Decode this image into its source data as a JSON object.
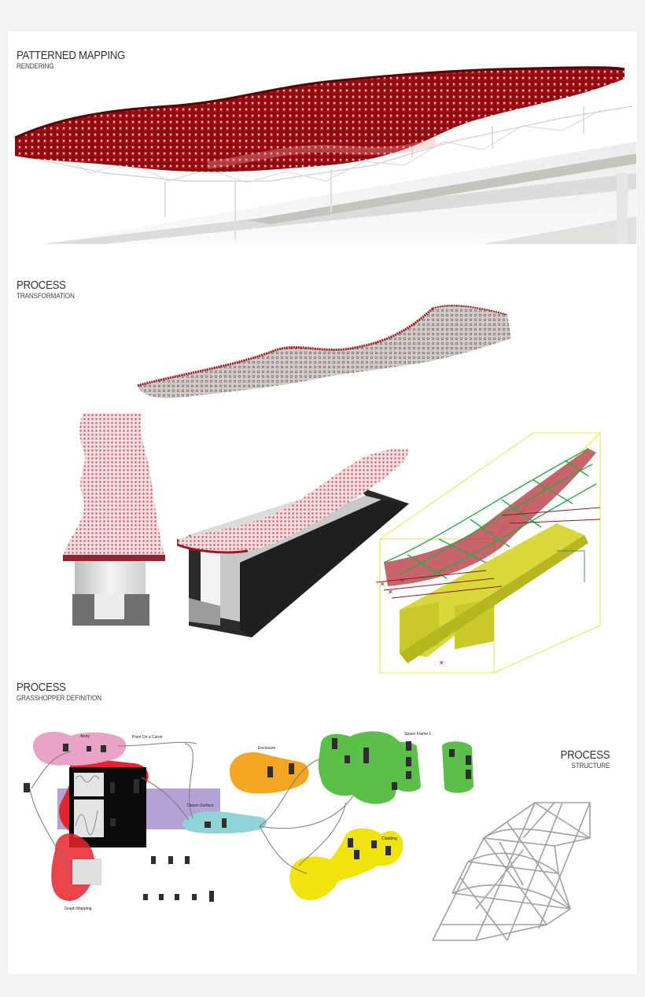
{
  "sections": [
    {
      "title": "PATTERNED MAPPING",
      "subtitle": "RENDERING"
    },
    {
      "title": "PROCESS",
      "subtitle": "TRANSFORMATION"
    },
    {
      "title": "PROCESS",
      "subtitle": "GRASSHOPPER DEFINITION"
    },
    {
      "title": "PROCESS",
      "subtitle": "STRUCTURE"
    }
  ],
  "grasshopper": {
    "groups": [
      {
        "label": "Array",
        "color": "#e9a3c9"
      },
      {
        "label": "Point On a Curve",
        "color": "#ffffff"
      },
      {
        "label": "Graph Mapping",
        "color": "#e8232d"
      },
      {
        "label": "Datum Surface",
        "color": "#8fd3d6"
      },
      {
        "label": "Enclosure",
        "color": "#f4a623"
      },
      {
        "label": "Space Frame 1",
        "color": "#5cbf4a"
      },
      {
        "label": "Cladding",
        "color": "#f1e40d"
      },
      {
        "label": "",
        "color": "#a08cc8"
      }
    ]
  },
  "colors": {
    "panel_red": "#b3121b",
    "panel_pink": "#c9737c",
    "structure_gray": "#9a9a9a",
    "bbox_yellow": "#e4e64a",
    "mesh_green": "#2aa84a"
  }
}
